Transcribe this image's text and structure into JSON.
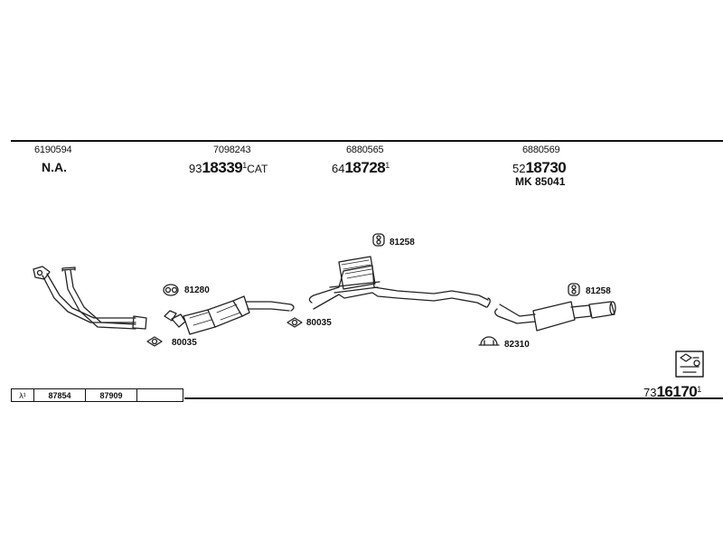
{
  "parts": [
    {
      "id": "part1",
      "top": "6190594",
      "main": "N.A."
    },
    {
      "id": "part2",
      "top": "7098243",
      "prefix": "93",
      "number": "18339",
      "sup": "1",
      "suffix": "CAT"
    },
    {
      "id": "part3",
      "top": "6880565",
      "prefix": "64",
      "number": "18728",
      "sup": "1"
    },
    {
      "id": "part4",
      "top": "6880569",
      "prefix": "52",
      "number": "18730",
      "extra": "MK 85041"
    }
  ],
  "callouts": [
    "81280",
    "80035",
    "80035",
    "81258",
    "81258",
    "82310"
  ],
  "lambda_table": {
    "symbol": "λ¹",
    "cells": [
      "87854",
      "87909",
      ""
    ]
  },
  "footer": {
    "prefix": "73",
    "number": "16170",
    "sup": "1"
  }
}
